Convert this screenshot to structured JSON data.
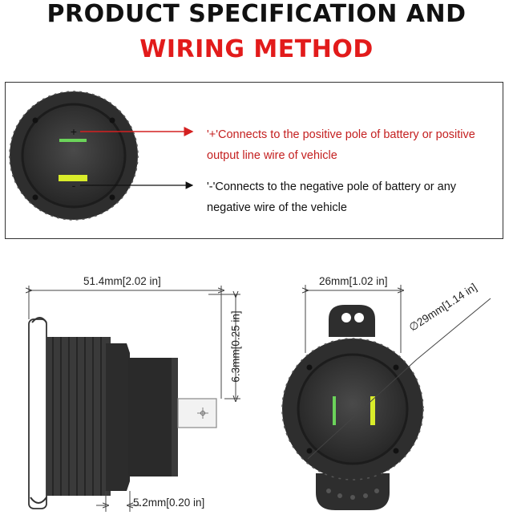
{
  "title": {
    "line1": "PRODUCT SPECIFICATION AND",
    "line2": "WIRING METHOD",
    "line1_color": "#111111",
    "line2_color": "#e21b1b"
  },
  "wiring": {
    "positive": {
      "symbol": "+",
      "line1": "'+'Connects to the positive pole of battery or positive",
      "line2": "output line wire of vehicle",
      "color": "#c42020"
    },
    "negative": {
      "symbol": "-",
      "line1": "'-'Connects to the negative pole of battery or any",
      "line2": "negative wire of the vehicle",
      "color": "#111111"
    }
  },
  "dimensions": {
    "total_length": "51.4mm[2.02 in]",
    "terminal_height": "6.3mm[0.25 in]",
    "flange_thickness": "5.2mm[0.20 in]",
    "face_width": "26mm[1.02 in]",
    "diameter": "29mm[1.14 in]"
  },
  "colors": {
    "socket_body": "#333333",
    "indicator_green": "#6bd35a",
    "indicator_yellow": "#d9ec2a"
  }
}
